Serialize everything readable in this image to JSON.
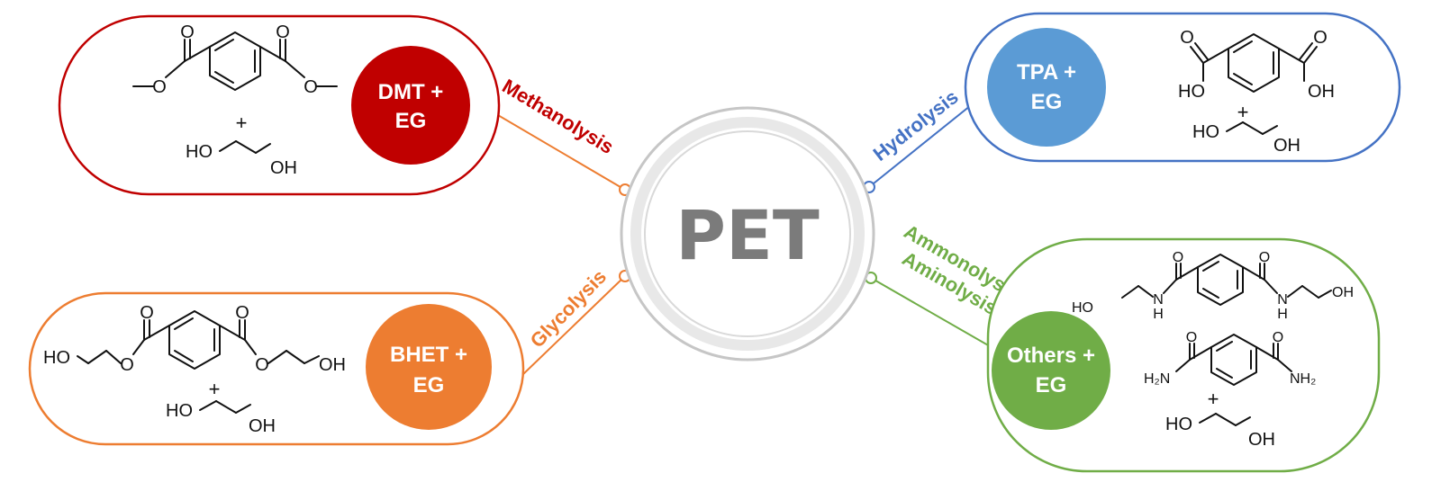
{
  "center": {
    "label": "PET"
  },
  "methods": {
    "methanolysis": {
      "label": "Methanolysis",
      "color": "#c00000"
    },
    "hydrolysis": {
      "label": "Hydrolysis",
      "color": "#4472c4"
    },
    "glycolysis": {
      "label": "Glycolysis",
      "color": "#ed7d31"
    },
    "ammonolysis": {
      "label": "Ammonolysis",
      "color": "#70ad47"
    },
    "aminolysis": {
      "label": "Aminolysis",
      "color": "#70ad47"
    }
  },
  "products": {
    "dmt": {
      "line1": "DMT +",
      "line2": "EG",
      "color": "#c00000"
    },
    "tpa": {
      "line1": "TPA +",
      "line2": "EG",
      "color": "#5b9bd5"
    },
    "bhet": {
      "line1": "BHET +",
      "line2": "EG",
      "color": "#ed7d31"
    },
    "others": {
      "line1": "Others +",
      "line2": "EG",
      "color": "#70ad47"
    }
  },
  "chem_labels": {
    "O": "O",
    "HO": "HO",
    "OH": "OH",
    "plus": "+",
    "H": "H",
    "N": "N",
    "H2N": "H₂N",
    "NH2": "NH₂"
  }
}
